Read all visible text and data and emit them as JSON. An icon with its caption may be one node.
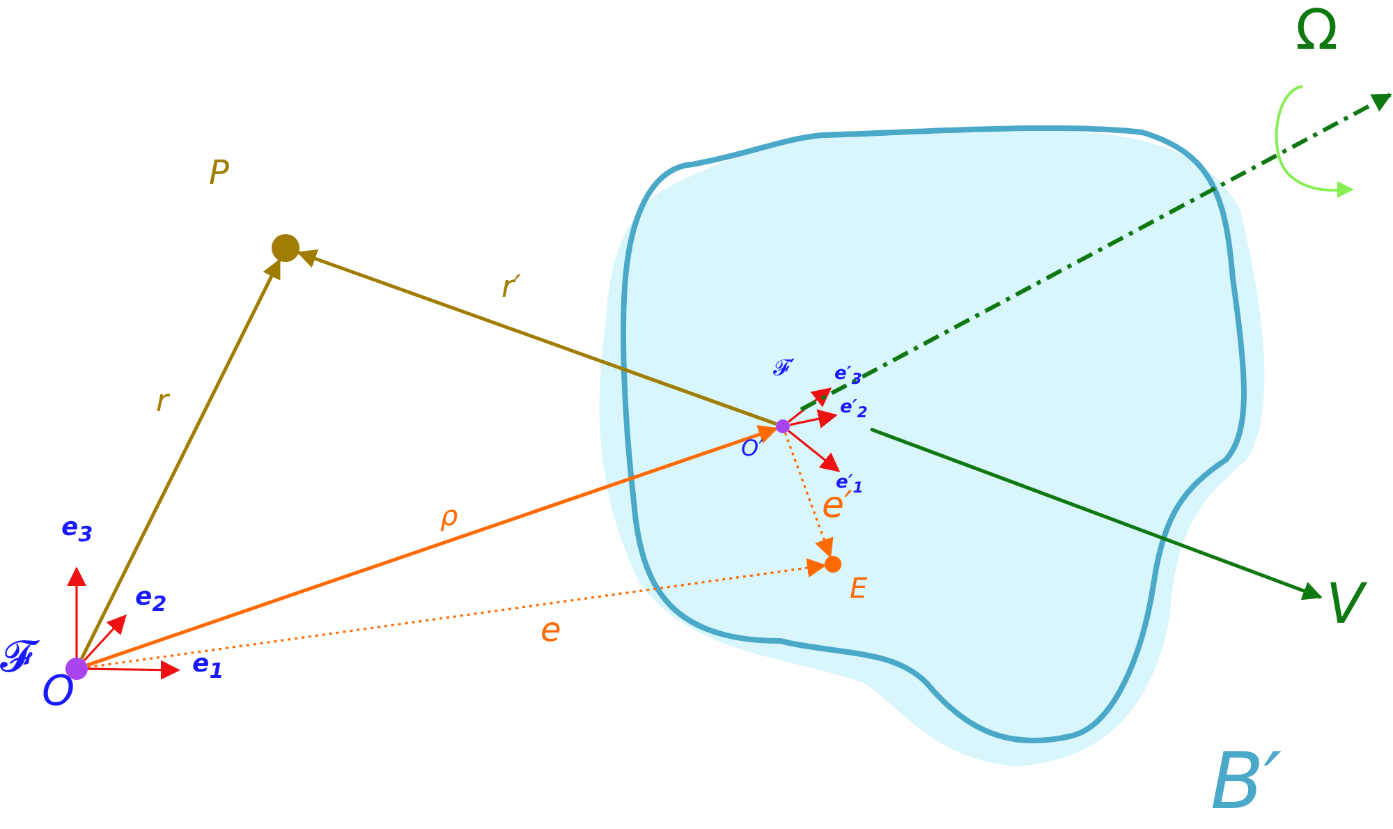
{
  "diagram": {
    "nodes": [
      {
        "text": [
          "B′"
        ]
      },
      {
        "text": [],
        "shape": "circle",
        "beside": [
          "O"
        ]
      },
      {
        "text": [],
        "shape": "circle",
        "beside": [
          "P"
        ]
      },
      {
        "text": [],
        "shape": "circle",
        "beside": [
          "O′"
        ],
        "in": 0
      },
      {
        "text": [],
        "shape": "circle",
        "beside": [
          "E"
        ],
        "in": 0
      },
      {
        "text": [
          "V"
        ]
      }
    ],
    "edges": [
      {
        "from": 1,
        "to": 2,
        "arrow": "to",
        "label": "r",
        "color": "#a07c00"
      },
      {
        "from": 3,
        "to": 2,
        "arrow": "to",
        "label": "r′",
        "color": "#a07c00"
      },
      {
        "from": 1,
        "to": 3,
        "arrow": "to",
        "label": "ρ",
        "color": "#ff6a00"
      },
      {
        "from": 1,
        "to": 4,
        "arrow": "to",
        "label": "e",
        "style": "dashed",
        "color": "#ff6a00"
      },
      {
        "from": 3,
        "to": 4,
        "arrow": "to",
        "label": "e′",
        "style": "dashed",
        "color": "#ff6a00"
      },
      {
        "from": 1,
        "to": null,
        "arrow": "to",
        "label": "e$_{3}$"
      },
      {
        "from": 1,
        "to": null,
        "arrow": "to",
        "label": "e$_{2}$"
      },
      {
        "from": 1,
        "to": null,
        "arrow": "to",
        "label": "e$_{1}$"
      },
      {
        "from": 3,
        "to": null,
        "arrow": "to",
        "label": "e′$_{3}$"
      },
      {
        "from": 3,
        "to": null,
        "arrow": "to",
        "label": "e′$_{2}$"
      },
      {
        "from": 3,
        "to": null,
        "arrow": "to",
        "label": "e′$_{1}$"
      },
      {
        "from": 3,
        "to": null,
        "arrow": "to",
        "style": "dashed",
        "color": "#107810"
      },
      {
        "from": null,
        "to": 5,
        "arrow": "to",
        "color": "#107810"
      }
    ],
    "labels": [
      "Ω",
      "𝓕",
      "𝓕′"
    ]
  }
}
